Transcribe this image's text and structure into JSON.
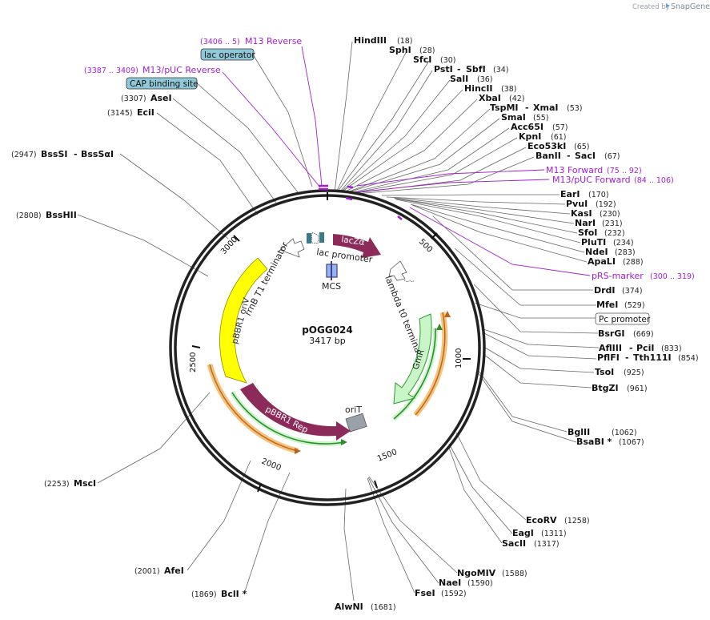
{
  "branding": {
    "created_by": "Created by",
    "app_name": "SnapGene"
  },
  "plasmid": {
    "name": "pOGG024",
    "length_label": "3417 bp"
  },
  "ruler_ticks": [
    "500",
    "1000",
    "1500",
    "2000",
    "2500",
    "3000"
  ],
  "sites": [
    {
      "name": "HindIII",
      "pos": "(18)"
    },
    {
      "name": "SphI",
      "pos": "(28)"
    },
    {
      "name": "SfcI",
      "pos": "(30)"
    },
    {
      "name": "PstI",
      "name2": "SbfI",
      "pos": "(34)"
    },
    {
      "name": "SalI",
      "pos": "(36)"
    },
    {
      "name": "HincII",
      "pos": "(38)"
    },
    {
      "name": "XbaI",
      "pos": "(42)"
    },
    {
      "name": "TspMI",
      "name2": "XmaI",
      "pos": "(53)"
    },
    {
      "name": "SmaI",
      "pos": "(55)"
    },
    {
      "name": "Acc65I",
      "pos": "(57)"
    },
    {
      "name": "KpnI",
      "pos": "(61)"
    },
    {
      "name": "Eco53kI",
      "pos": "(65)"
    },
    {
      "name": "BanII",
      "name2": "SacI",
      "pos": "(67)"
    },
    {
      "name": "EarI",
      "pos": "(170)"
    },
    {
      "name": "PvuI",
      "pos": "(192)"
    },
    {
      "name": "KasI",
      "pos": "(230)"
    },
    {
      "name": "NarI",
      "pos": "(231)"
    },
    {
      "name": "SfoI",
      "pos": "(232)"
    },
    {
      "name": "PluTI",
      "pos": "(234)"
    },
    {
      "name": "NdeI",
      "pos": "(283)"
    },
    {
      "name": "ApaLI",
      "pos": "(288)"
    },
    {
      "name": "DrdI",
      "pos": "(374)"
    },
    {
      "name": "MfeI",
      "pos": "(529)"
    },
    {
      "name": "BsrGI",
      "pos": "(669)"
    },
    {
      "name": "AflIII",
      "name2": "PciI",
      "pos": "(833)"
    },
    {
      "name": "PflFI",
      "name2": "Tth111I",
      "pos": "(854)"
    },
    {
      "name": "TsoI",
      "pos": "(925)"
    },
    {
      "name": "BtgZI",
      "pos": "(961)"
    },
    {
      "name": "BglII",
      "pos": "(1062)"
    },
    {
      "name": "BsaBI *",
      "pos": "(1067)"
    },
    {
      "name": "EcoRV",
      "pos": "(1258)"
    },
    {
      "name": "EagI",
      "pos": "(1311)"
    },
    {
      "name": "SacII",
      "pos": "(1317)"
    },
    {
      "name": "NgoMIV",
      "pos": "(1588)"
    },
    {
      "name": "NaeI",
      "pos": "(1590)"
    },
    {
      "name": "FseI",
      "pos": "(1592)"
    },
    {
      "name": "AlwNI",
      "pos": "(1681)"
    },
    {
      "name": "BclI *",
      "pos": "(1869)"
    },
    {
      "name": "AfeI",
      "pos": "(2001)"
    },
    {
      "name": "MscI",
      "pos": "(2253)"
    },
    {
      "name": "BssHII",
      "pos": "(2808)"
    },
    {
      "name": "BssSI",
      "name2": "BssSαI",
      "pos": "(2947)"
    },
    {
      "name": "EciI",
      "pos": "(3145)"
    },
    {
      "name": "AseI",
      "pos": "(3307)"
    }
  ],
  "primers": [
    {
      "name": "M13 Reverse",
      "range": "(3406 .. 5)"
    },
    {
      "name": "M13/pUC Reverse",
      "range": "(3387 .. 3409)"
    },
    {
      "name": "M13 Forward",
      "range": "(75 .. 92)"
    },
    {
      "name": "M13/pUC Forward",
      "range": "(84 .. 106)"
    },
    {
      "name": "pRS-marker",
      "range": "(300 .. 319)"
    }
  ],
  "boxed_features": [
    {
      "name": "lac operator"
    },
    {
      "name": "CAP binding site"
    },
    {
      "name": "Pc promoter"
    }
  ],
  "features": {
    "lacZa": "lacZα",
    "lac_promoter": "lac promoter",
    "mcs": "MCS",
    "lambda_t0": "lambda t0 terminator",
    "gmr": "GmR",
    "orit": "oriT",
    "pbbr1_rep": "pBBR1 Rep",
    "pbbr1_oriv": "pBBR1 oriV",
    "rrnb_t1": "rrnB T1 terminator"
  },
  "colors": {
    "backbone": "#222222",
    "lacZa": "#8c2a5a",
    "pbbr1_rep": "#8c2a5a",
    "oriv": "#ffff00",
    "gmr_fill": "#c9f5c9",
    "gmr_stroke": "#2a9a2a",
    "orit": "#9aa1aa",
    "primer": "#a020d0",
    "site_line": "#666666",
    "orange_band": "#f5c27a",
    "orange_line": "#b8631a",
    "green_line": "#2e8b2e",
    "feature_box": "#8fc8d8",
    "mcs": "#8fb8f0"
  }
}
